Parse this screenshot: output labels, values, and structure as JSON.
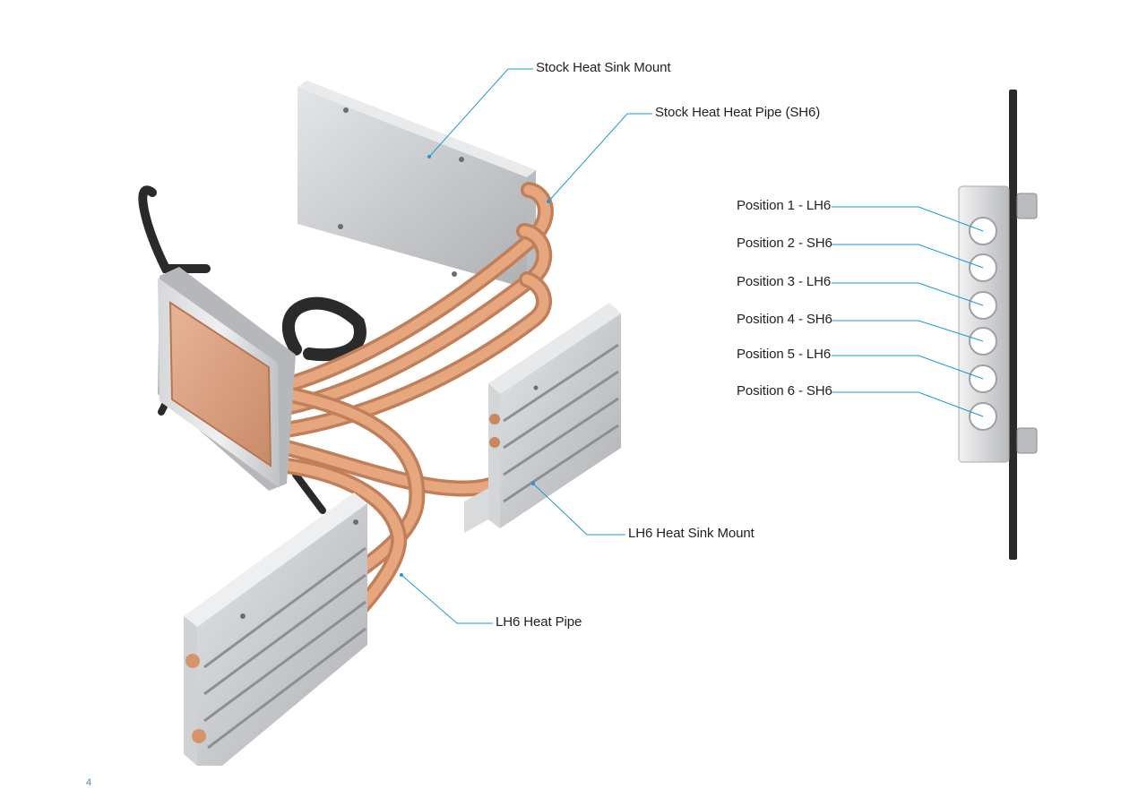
{
  "labels": {
    "stock_heat_sink_mount": "Stock Heat Sink Mount",
    "stock_heat_pipe": "Stock Heat Heat Pipe (SH6)",
    "lh6_heat_sink_mount": "LH6 Heat Sink Mount",
    "lh6_heat_pipe": "LH6 Heat Pipe"
  },
  "positions": [
    {
      "label": "Position 1 - LH6"
    },
    {
      "label": "Position 2 - SH6"
    },
    {
      "label": "Position 3 - LH6"
    },
    {
      "label": "Position 4 - SH6"
    },
    {
      "label": "Position 5 - LH6"
    },
    {
      "label": "Position 6 - SH6"
    }
  ],
  "page_number": "4",
  "colors": {
    "leader": "#1a9ad6",
    "copper": "#d9936a",
    "aluminum": "#c9cbce",
    "rubber": "#2a2a2a"
  }
}
